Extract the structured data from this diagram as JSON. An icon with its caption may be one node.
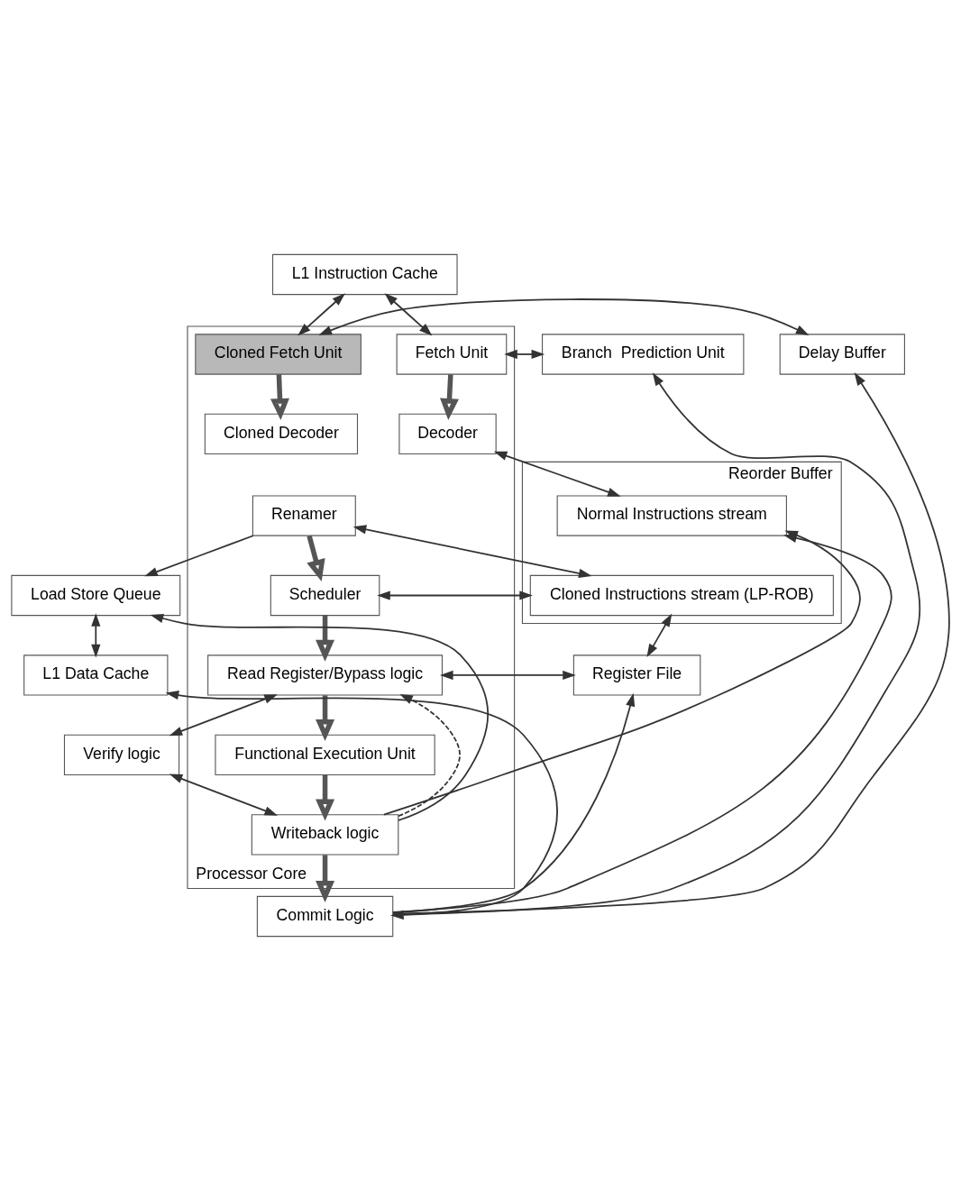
{
  "diagram": {
    "nodes": [
      {
        "text": [
          "L1 Instruction Cache"
        ]
      },
      {
        "text": [
          "Processor Core"
        ]
      },
      {
        "text": [
          "Branch  Prediction Unit"
        ]
      },
      {
        "text": [
          "Fetch Unit"
        ],
        "in": 1
      },
      {
        "text": [
          "Cloned Fetch Unit"
        ],
        "in": 1
      },
      {
        "text": [
          "Delay Buffer"
        ]
      },
      {
        "text": [
          "Reorder Buffer"
        ]
      },
      {
        "text": [
          "Normal Instructions stream"
        ],
        "in": 6
      },
      {
        "text": [
          "Cloned Instructions stream (LP-ROB)"
        ],
        "in": 6
      },
      {
        "text": [
          "Decoder"
        ],
        "in": 1
      },
      {
        "text": [
          "Cloned Decoder"
        ],
        "in": 1
      },
      {
        "text": [
          "Renamer"
        ],
        "in": 1
      },
      {
        "text": [
          "Load Store Queue"
        ]
      },
      {
        "text": [
          "Scheduler"
        ],
        "in": 1
      },
      {
        "text": [
          "L1 Data Cache"
        ]
      },
      {
        "text": [
          "Read Register/Bypass logic"
        ],
        "in": 1
      },
      {
        "text": [
          "Register File"
        ]
      },
      {
        "text": [
          "Functional Execution Unit"
        ],
        "in": 1
      },
      {
        "text": [
          "Verify logic"
        ]
      },
      {
        "text": [
          "Writeback logic"
        ],
        "in": 1
      },
      {
        "text": [
          "Commit Logic"
        ]
      }
    ],
    "edges": [
      {
        "from": 0,
        "to": 3,
        "arrow": "both"
      },
      {
        "from": 0,
        "to": 4,
        "arrow": "both"
      },
      {
        "from": 2,
        "to": 3,
        "arrow": "both"
      },
      {
        "from": 4,
        "to": 5,
        "arrow": "both"
      },
      {
        "from": 3,
        "to": 9,
        "arrow": "to",
        "style": "thick"
      },
      {
        "from": 4,
        "to": 10,
        "arrow": "to",
        "style": "thick"
      },
      {
        "from": 7,
        "to": 9,
        "arrow": "both"
      },
      {
        "from": 19,
        "to": 7,
        "arrow": "to"
      },
      {
        "from": 8,
        "to": 11,
        "arrow": "both"
      },
      {
        "from": 11,
        "to": 12,
        "arrow": "to"
      },
      {
        "from": 11,
        "to": 13,
        "arrow": "to",
        "style": "thick"
      },
      {
        "from": 8,
        "to": 13,
        "arrow": "both"
      },
      {
        "from": 13,
        "to": 15,
        "arrow": "to",
        "style": "thick"
      },
      {
        "from": 8,
        "to": 16,
        "arrow": "both"
      },
      {
        "from": 16,
        "to": 15,
        "arrow": "both"
      },
      {
        "from": 15,
        "to": 18,
        "arrow": "both"
      },
      {
        "from": 15,
        "to": 17,
        "arrow": "to",
        "style": "thick"
      },
      {
        "from": 17,
        "to": 19,
        "arrow": "to",
        "style": "thick"
      },
      {
        "from": 19,
        "to": 15,
        "arrow": "to",
        "style": "dashed"
      },
      {
        "from": 19,
        "to": 18,
        "arrow": "both"
      },
      {
        "from": 19,
        "to": 12,
        "arrow": "to"
      },
      {
        "from": 19,
        "to": 20,
        "arrow": "to",
        "style": "thick"
      },
      {
        "from": 12,
        "to": 14,
        "arrow": "both"
      },
      {
        "from": 20,
        "to": 14,
        "arrow": "both"
      },
      {
        "from": 20,
        "to": 5,
        "arrow": "to"
      },
      {
        "from": 20,
        "to": 16,
        "arrow": "to"
      },
      {
        "from": 20,
        "to": 2,
        "arrow": "to"
      },
      {
        "from": 20,
        "to": 7,
        "arrow": "to"
      }
    ]
  }
}
